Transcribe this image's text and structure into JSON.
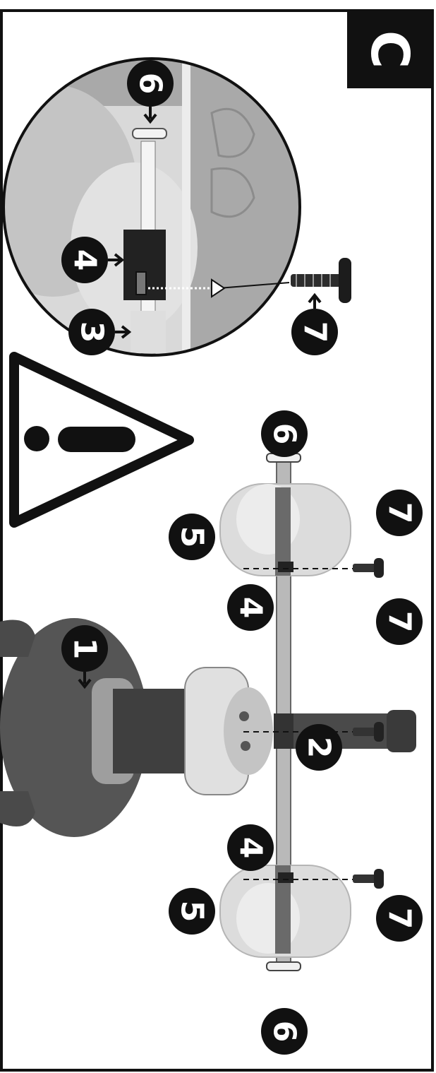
{
  "page": {
    "step_letter": "C",
    "colors": {
      "ink": "#111111",
      "paper": "#ffffff",
      "dark_gray": "#4a4a4a",
      "mid_gray": "#8a8a8a",
      "light_gray": "#cfcfcf",
      "pale_gray": "#e6e6e6"
    }
  },
  "callouts": {
    "seat_body": "1",
    "axle_center": "2",
    "axle_end": "3",
    "axle_clip": "4",
    "wheel": "5",
    "axle_cap": "6",
    "screw": "7"
  },
  "icons": [
    "warning-triangle-icon",
    "arrow-icon"
  ]
}
